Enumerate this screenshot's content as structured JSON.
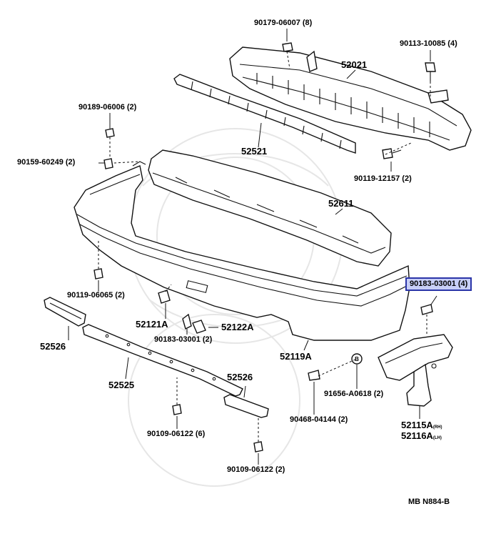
{
  "diagram_code": "MB N884-B",
  "callouts": {
    "c90179": "90179-06007 (8)",
    "c90113": "90113-10085 (4)",
    "c52021": "52021",
    "c90189": "90189-06006 (2)",
    "c52521": "52521",
    "c90159": "90159-60249 (2)",
    "c90119a": "90119-12157 (2)",
    "c52611": "52611",
    "c90119b": "90119-06065 (2)",
    "c90183hl": "90183-03001 (4)",
    "c52526a": "52526",
    "c52121a": "52121A",
    "c90183b": "90183-03001 (2)",
    "c52122a": "52122A",
    "c52119a": "52119A",
    "c52525": "52525",
    "c52526b": "52526",
    "c91656": "91656-A0618 (2)",
    "c90468": "90468-04144 (2)",
    "c52115": "52115A",
    "c52115s": "(RH)",
    "c52116": "52116A",
    "c52116s": "(LH)",
    "c90109a": "90109-06122 (6)",
    "c90109b": "90109-06122 (2)"
  },
  "highlighted_part": "90183-03001 (4)",
  "colors": {
    "highlight_fill": "#c8cff7",
    "highlight_border": "#2b35a8",
    "line": "#111111"
  }
}
